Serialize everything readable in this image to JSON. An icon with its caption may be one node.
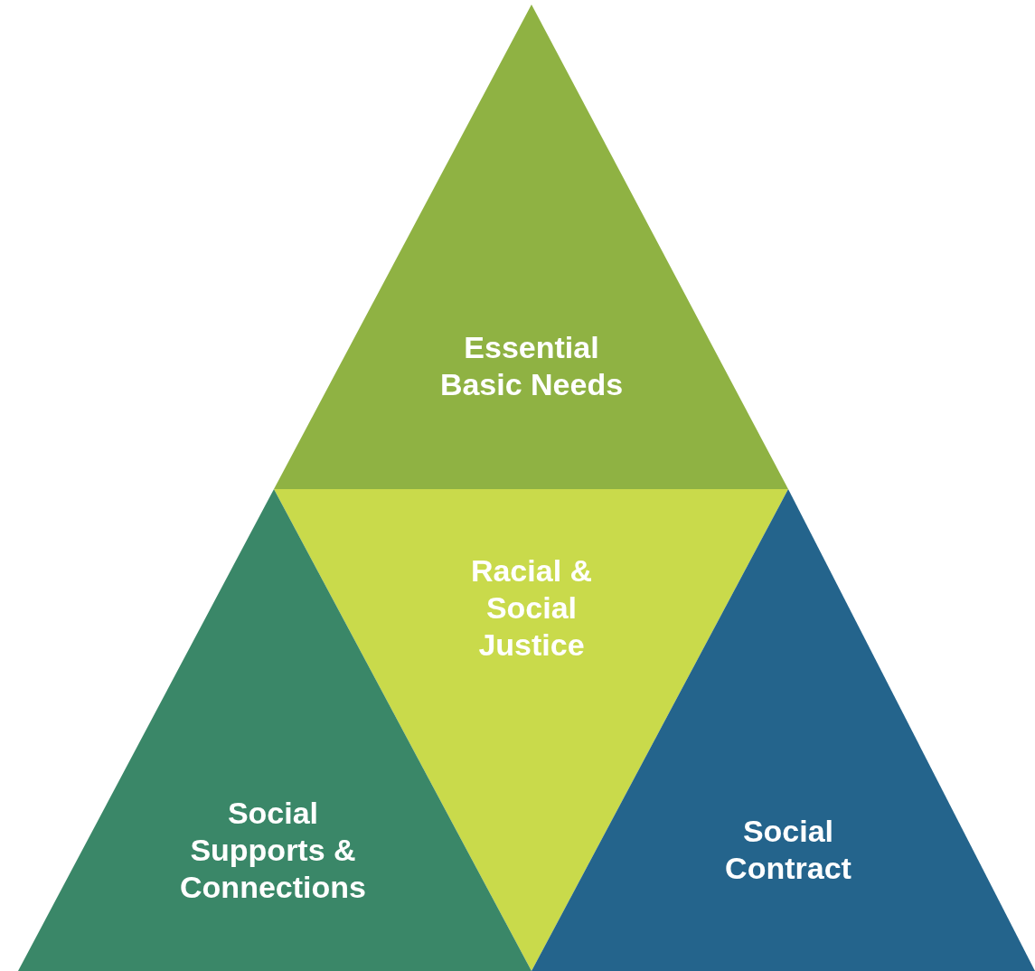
{
  "diagram": {
    "nodes": [
      {
        "text": [
          "Essential Basic Needs"
        ]
      },
      {
        "text": [
          "Racial & Social Justice"
        ]
      },
      {
        "text": [
          "Social Supports & Connections"
        ]
      },
      {
        "text": [
          "Social Contract"
        ]
      }
    ]
  }
}
